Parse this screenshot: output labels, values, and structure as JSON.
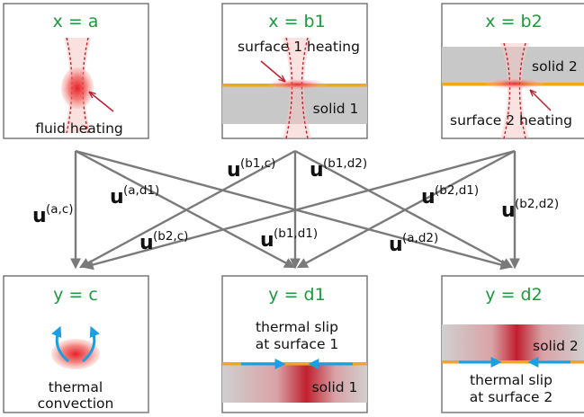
{
  "colors": {
    "frame": "#6e6e6e",
    "title": "#1c9a3c",
    "heat": "#e8202a",
    "solid": "#c8c8c8",
    "surface": "#f2a51d",
    "flow_arrow": "#1aa0e0",
    "edge": "#7a7a7a"
  },
  "inputs": {
    "a": {
      "title": "x = a",
      "label_1": "fluid heating"
    },
    "b1": {
      "title": "x = b1",
      "label_1": "surface 1 heating",
      "label_2": "solid 1"
    },
    "b2": {
      "title": "x = b2",
      "label_1": "surface 2 heating",
      "label_2": "solid 2"
    }
  },
  "outputs": {
    "c": {
      "title": "y = c",
      "label_1": "thermal",
      "label_2": "convection"
    },
    "d1": {
      "title": "y = d1",
      "label_1": "thermal slip",
      "label_2": "at surface 1",
      "label_3": "solid 1"
    },
    "d2": {
      "title": "y = d2",
      "label_1": "solid 2",
      "label_2": "thermal slip",
      "label_3": "at surface 2"
    }
  },
  "edges": {
    "u_ac": {
      "symbol": "u",
      "sup": "(a,c)"
    },
    "u_ad1": {
      "symbol": "u",
      "sup": "(a,d1)"
    },
    "u_b1c": {
      "symbol": "u",
      "sup": "(b1,c)"
    },
    "u_b1d2": {
      "symbol": "u",
      "sup": "(b1,d2)"
    },
    "u_b2d1": {
      "symbol": "u",
      "sup": "(b2,d1)"
    },
    "u_b2d2": {
      "symbol": "u",
      "sup": "(b2,d2)"
    },
    "u_b2c": {
      "symbol": "u",
      "sup": "(b2,c)"
    },
    "u_b1d1": {
      "symbol": "u",
      "sup": "(b1,d1)"
    },
    "u_ad2": {
      "symbol": "u",
      "sup": "(a,d2)"
    }
  }
}
